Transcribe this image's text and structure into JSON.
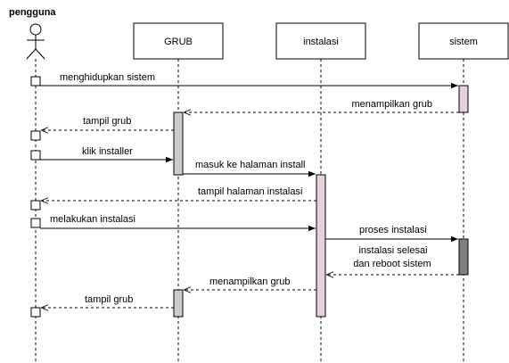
{
  "actor": {
    "label": "pengguna",
    "icon": "stick-figure-icon"
  },
  "participants": [
    {
      "id": "grub",
      "label": "GRUB"
    },
    {
      "id": "instalasi",
      "label": "instalasi"
    },
    {
      "id": "sistem",
      "label": "sistem"
    }
  ],
  "messages": [
    {
      "label": "menghidupkan sistem",
      "type": "sync"
    },
    {
      "label": "menampilkan grub",
      "type": "return"
    },
    {
      "label": "tampil grub",
      "type": "return"
    },
    {
      "label": "klik installer",
      "type": "sync"
    },
    {
      "label": "masuk ke halaman install",
      "type": "sync"
    },
    {
      "label": "tampil halaman instalasi",
      "type": "return"
    },
    {
      "label": "melakukan instalasi",
      "type": "sync"
    },
    {
      "label": "proses instalasi",
      "type": "sync"
    },
    {
      "label": "instalasi selesai",
      "label_line2": "dan reboot sistem",
      "type": "return"
    },
    {
      "label": "menampilkan grub",
      "type": "return"
    },
    {
      "label": "tampil grub",
      "type": "return"
    }
  ],
  "colors": {
    "grub_activation": "#cccccc",
    "instalasi_activation": "#e6d0de",
    "sistem_activation_1": "#e6d0de",
    "sistem_activation_2": "#808080"
  }
}
